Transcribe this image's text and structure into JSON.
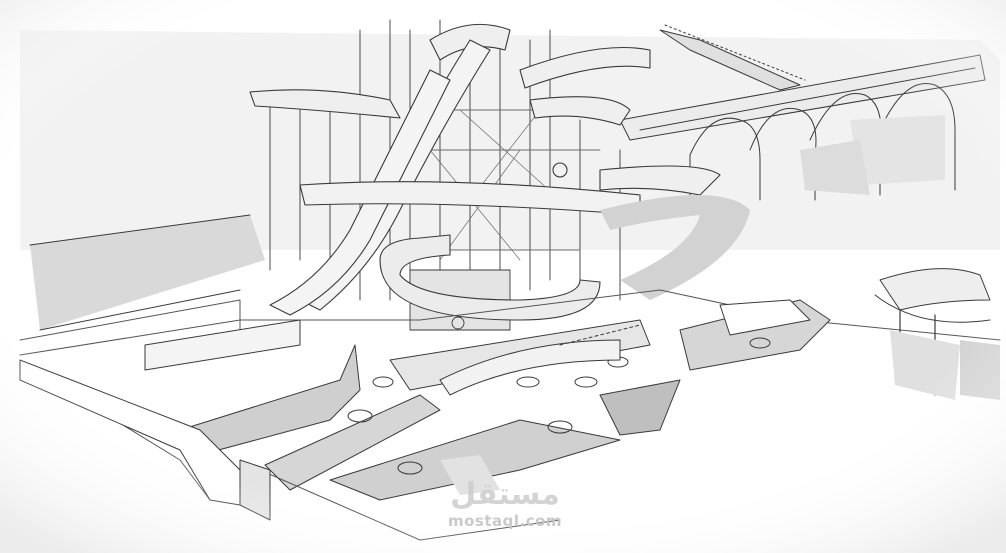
{
  "image": {
    "subject": "water-park-slides-sketch",
    "palette": {
      "paper": "#ffffff",
      "ink": "#3a3a3a",
      "shade": "#d6d6d6",
      "light_shade": "#ececec",
      "watermark": "#cccccc"
    }
  },
  "watermark": {
    "arabic_text": "مستقل",
    "latin_text": "mostaql.com"
  }
}
